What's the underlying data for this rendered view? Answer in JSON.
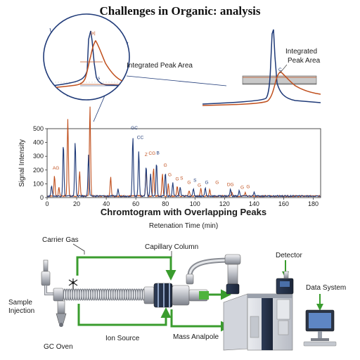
{
  "title": "Challenges in Organic: analysis",
  "zoom": {
    "callout_label": "Integrated Peak Area",
    "inset_label_line1": "Integrated",
    "inset_label_line2": "Peak Area",
    "inset_peak_mark": "|x|",
    "inset_small_mark": "s",
    "right_peak_mark": "C"
  },
  "chart_data": {
    "type": "line",
    "title": "Chromtogram with Overlapping Peaks",
    "xlabel": "Retenation Time (min)",
    "ylabel": "Signal Intensity",
    "xlim": [
      0,
      185
    ],
    "ylim": [
      0,
      500
    ],
    "xticks": [
      0,
      20,
      40,
      60,
      80,
      100,
      120,
      140,
      160,
      180
    ],
    "yticks": [
      0,
      100,
      200,
      300,
      400,
      500
    ],
    "series": [
      {
        "color": "#c0501e",
        "peaks": [
          [
            5,
            150
          ],
          [
            8,
            60
          ],
          [
            14,
            560
          ],
          [
            22,
            180
          ],
          [
            29,
            660
          ],
          [
            43,
            140
          ],
          [
            67,
            195
          ],
          [
            72,
            210
          ],
          [
            78,
            165
          ],
          [
            82,
            90
          ],
          [
            88,
            70
          ],
          [
            96,
            40
          ],
          [
            104,
            55
          ],
          [
            110,
            50
          ],
          [
            125,
            30
          ],
          [
            134,
            25
          ]
        ]
      },
      {
        "color": "#1f3a78",
        "peaks": [
          [
            3,
            80
          ],
          [
            11,
            380
          ],
          [
            19,
            400
          ],
          [
            28,
            300
          ],
          [
            48,
            50
          ],
          [
            58,
            430
          ],
          [
            62,
            330
          ],
          [
            67,
            220
          ],
          [
            70,
            165
          ],
          [
            74,
            245
          ],
          [
            80,
            170
          ],
          [
            85,
            95
          ],
          [
            90,
            65
          ],
          [
            99,
            55
          ],
          [
            107,
            60
          ],
          [
            124,
            50
          ],
          [
            130,
            40
          ],
          [
            140,
            25
          ]
        ]
      }
    ],
    "annotations": [
      {
        "text": "AG",
        "x": 6,
        "y": 205,
        "color": "#c0501e"
      },
      {
        "text": "GC",
        "x": 59,
        "y": 495,
        "color": "#1f3a78"
      },
      {
        "text": "CC",
        "x": 63,
        "y": 425,
        "color": "#1f3a78"
      },
      {
        "text": "Z",
        "x": 67,
        "y": 300,
        "color": "#c0501e"
      },
      {
        "text": "CG",
        "x": 71,
        "y": 310,
        "color": "#c0501e"
      },
      {
        "text": "B",
        "x": 75,
        "y": 315,
        "color": "#1f3a78"
      },
      {
        "text": "G",
        "x": 80,
        "y": 225,
        "color": "#c0501e"
      },
      {
        "text": "G",
        "x": 83,
        "y": 155,
        "color": "#c0501e"
      },
      {
        "text": "G",
        "x": 88,
        "y": 125,
        "color": "#c0501e"
      },
      {
        "text": "S",
        "x": 91,
        "y": 130,
        "color": "#c0501e"
      },
      {
        "text": "G",
        "x": 96,
        "y": 100,
        "color": "#c0501e"
      },
      {
        "text": "S",
        "x": 100,
        "y": 115,
        "color": "#1f3a78"
      },
      {
        "text": "G",
        "x": 103,
        "y": 80,
        "color": "#c0501e"
      },
      {
        "text": "G",
        "x": 108,
        "y": 100,
        "color": "#1f3a78"
      },
      {
        "text": "G",
        "x": 115,
        "y": 100,
        "color": "#c0501e"
      },
      {
        "text": "DG",
        "x": 124,
        "y": 85,
        "color": "#c0501e"
      },
      {
        "text": "G",
        "x": 132,
        "y": 65,
        "color": "#c0501e"
      },
      {
        "text": "G",
        "x": 136,
        "y": 70,
        "color": "#c0501e"
      }
    ]
  },
  "instrument": {
    "carrier_gas": "Carrier Gas",
    "capillary_column": "Capillary Column",
    "detector": "Detector",
    "data_system": "Data System",
    "sample_injection_line1": "Sample",
    "sample_injection_line2": "Injection",
    "gc_oven": "GC Oven",
    "ion_source": "Ion Source",
    "mass_analyzer": "Mass Analpole"
  }
}
